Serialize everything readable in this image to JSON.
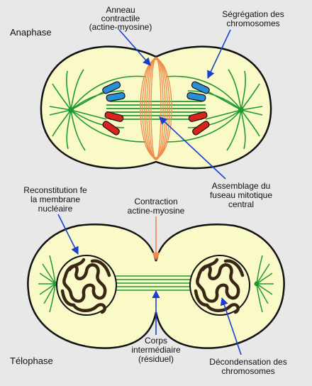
{
  "stages": {
    "anaphase": "Anaphase",
    "telophase": "Télophase"
  },
  "labels": {
    "contractile_ring": [
      "Anneau",
      "contractile",
      "(actine-myosine)"
    ],
    "chromosome_segregation": [
      "Ségrégation des",
      "chromosomes"
    ],
    "spindle_assembly": [
      "Assemblage du",
      "fuseau mitotique",
      "central"
    ],
    "nuclear_membrane": [
      "Reconstitution fe",
      "la membrane",
      "nucléaire"
    ],
    "contraction": [
      "Contraction",
      "actine-myosine"
    ],
    "midbody": [
      "Corps",
      "intermédiaire",
      "(résiduel)"
    ],
    "decondensation": [
      "Décondensation des",
      "chromosomes"
    ]
  },
  "colors": {
    "background": "#e8e8e8",
    "cell_fill": "#fafac8",
    "cell_stroke": "#111111",
    "spindle": "#1f9a2e",
    "chromosome_blue": "#2a8fd6",
    "chromosome_red": "#d8241c",
    "ring": "#f08a4a",
    "arrow_blue": "#1a3fd0",
    "arrow_orange": "#f08a4a",
    "chromatin": "#3a2614"
  }
}
